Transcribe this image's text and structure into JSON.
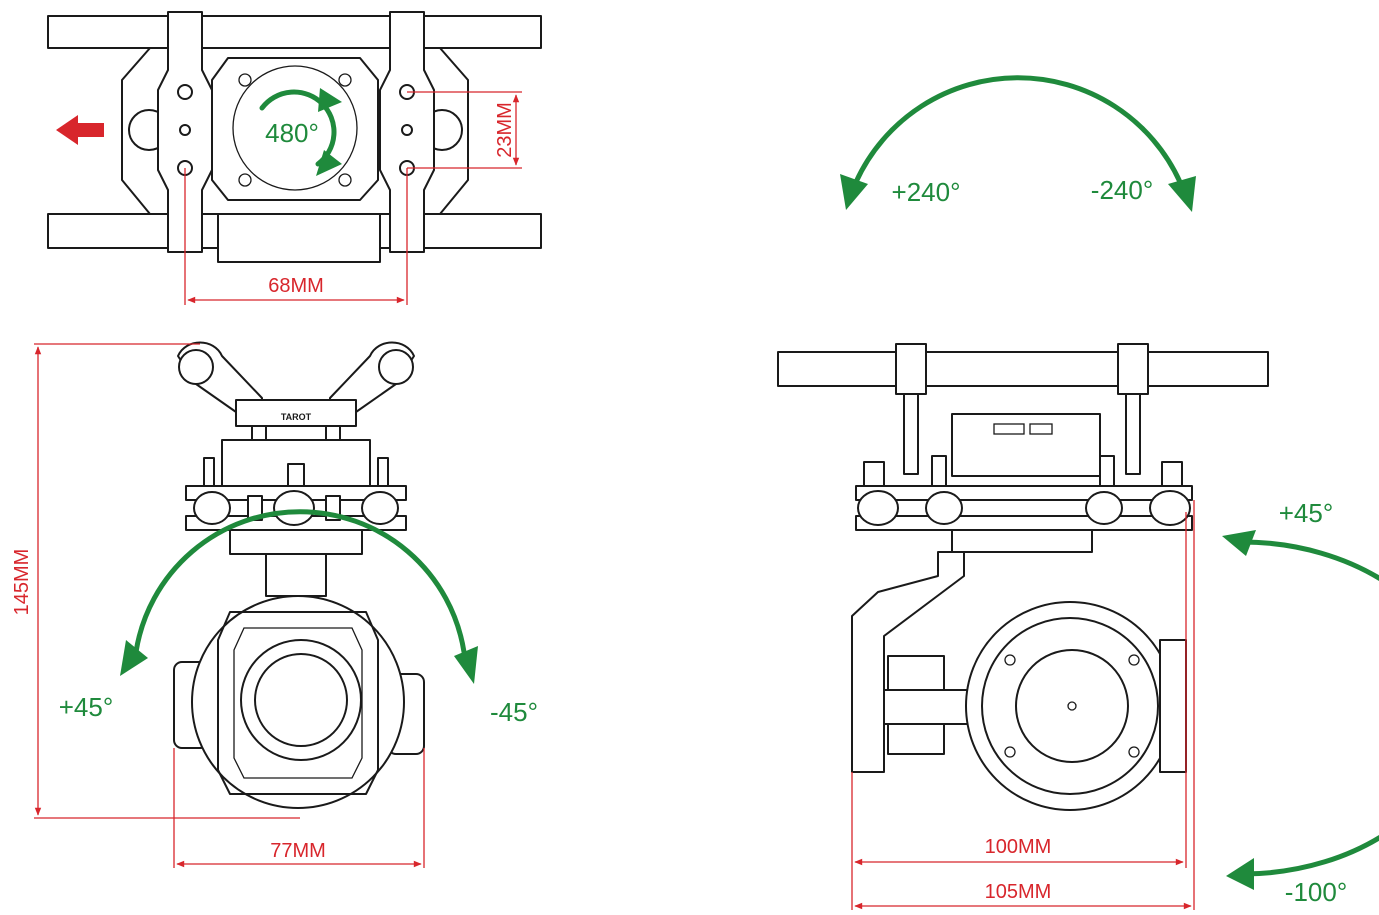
{
  "colors": {
    "dimension": "#d8262c",
    "rotation": "#1f8a3c",
    "outline": "#1a1a1a",
    "background": "#ffffff"
  },
  "top_view": {
    "rotation_label": "480°",
    "mount_height": "23MM",
    "mount_width": "68MM",
    "direction_arrow": "red-left-arrow"
  },
  "yaw_range": {
    "left_label": "+240°",
    "right_label": "-240°"
  },
  "front_view": {
    "logo_text": "TAROT",
    "height": "145MM",
    "width": "77MM",
    "roll_left": "+45°",
    "roll_right": "-45°"
  },
  "side_view": {
    "width_inner": "100MM",
    "width_outer": "105MM",
    "tilt_up": "+45°",
    "tilt_down": "-100°"
  }
}
